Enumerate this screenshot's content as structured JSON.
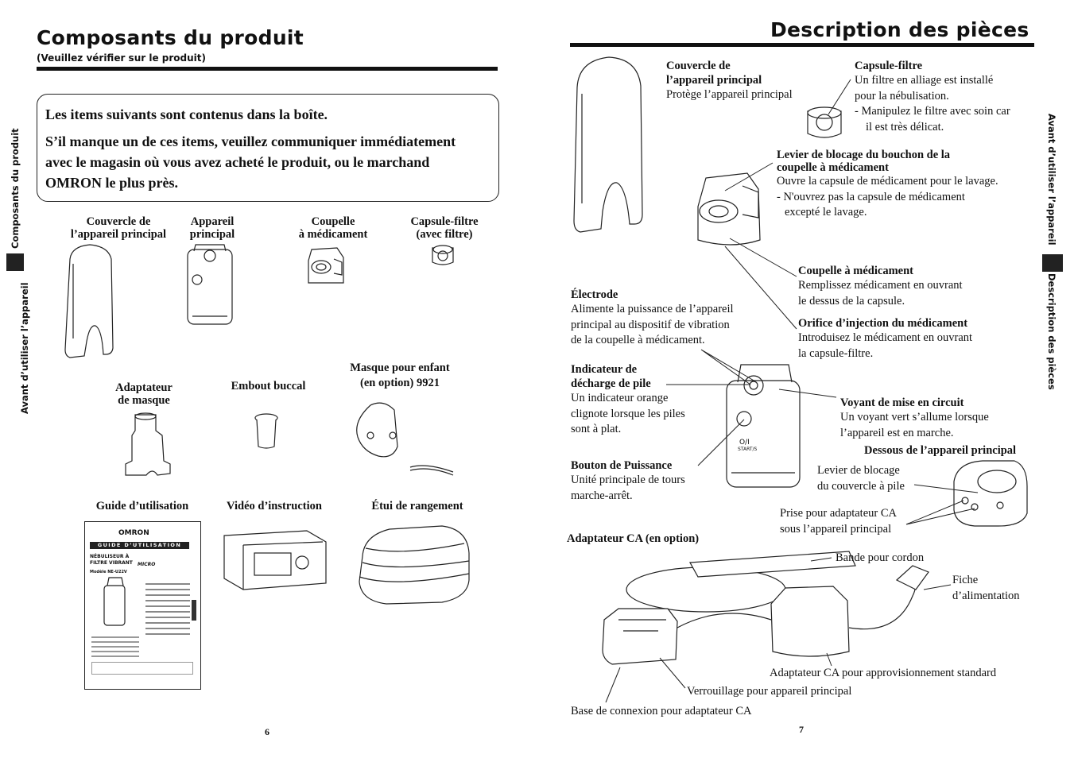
{
  "left": {
    "title": "Composants du produit",
    "subtitle": "(Veuillez vérifier  sur le produit)",
    "box_line1": "Les items suivants sont contenus dans la boîte.",
    "box_line2": "S’il manque un de ces items, veuillez communiquer immédiatement",
    "box_line3": "avec le magasin où vous avez acheté le produit, ou le marchand",
    "box_line4": "OMRON le plus près.",
    "items": [
      {
        "l1": "Couvercle de",
        "l2": "l’appareil principal"
      },
      {
        "l1": "Appareil",
        "l2": "principal"
      },
      {
        "l1": "Coupelle",
        "l2": "à médicament"
      },
      {
        "l1": "Capsule-filtre",
        "l2": "(avec filtre)"
      },
      {
        "l1": "Adaptateur",
        "l2": "de masque"
      },
      {
        "l1": "Embout buccal",
        "l2": ""
      },
      {
        "l1": "Masque pour enfant",
        "l2": "(en option) 9921"
      },
      {
        "l1": "Guide d’utilisation",
        "l2": ""
      },
      {
        "l1": "Vidéo d’instruction",
        "l2": ""
      },
      {
        "l1": "Étui de rangement",
        "l2": ""
      }
    ],
    "guide_brand": "OMRON",
    "guide_header": "GUIDE D’UTILISATION",
    "guide_l1": "NÉBULISEUR À",
    "guide_l2": "FILTRE VIBRANT",
    "guide_micro": "MICRO",
    "guide_model": "Modèle NE-U22V",
    "side_a": "Avant d’utiliser l’appareil",
    "side_b": "Composants du produit",
    "page_number": "6"
  },
  "right": {
    "title": "Description des pièces",
    "callouts": {
      "cover_t1": "Couvercle de",
      "cover_t2": "l’appareil principal",
      "cover_d1": "Protège l’appareil principal",
      "capsule_t": "Capsule-filtre",
      "capsule_d1": "Un filtre en alliage est installé",
      "capsule_d2": "pour la nébulisation.",
      "capsule_d3": "- Manipulez le filtre avec soin car",
      "capsule_d4": "il est très délicat.",
      "lever_t1": "Levier de blocage du bouchon de la",
      "lever_t2": "coupelle à médicament",
      "lever_d1": "Ouvre la capsule de médicament pour le lavage.",
      "lever_d2": "- N'ouvrez pas la capsule de médicament",
      "lever_d3": "excepté le lavage.",
      "cup_t": "Coupelle à médicament",
      "cup_d1": "Remplissez médicament en ouvrant",
      "cup_d2": "le dessus de la capsule.",
      "electrode_t": "Électrode",
      "electrode_d1": "Alimente la puissance de l’appareil",
      "electrode_d2": "principal au dispositif de vibration",
      "electrode_d3": "de la coupelle à médicament.",
      "orifice_t": "Orifice d’injection du médicament",
      "orifice_d1": "Introduisez le médicament en ouvrant",
      "orifice_d2": "la capsule-filtre.",
      "battery_t1": "Indicateur de",
      "battery_t2": "décharge de pile",
      "battery_d1": "Un indicateur orange",
      "battery_d2": "clignote lorsque les piles",
      "battery_d3": "sont à plat.",
      "power_led_t": "Voyant de mise en circuit",
      "power_led_d1": "Un voyant vert s’allume lorsque",
      "power_led_d2": "l’appareil est en marche.",
      "bottom_t": "Dessous de l’appareil principal",
      "power_btn_t": "Bouton de Puissance",
      "power_btn_d1": "Unité principale de tours",
      "power_btn_d2": "marche-arrêt.",
      "lock_d1": "Levier de blocage",
      "lock_d2": "du couvercle à pile",
      "jack_d1": "Prise pour adaptateur CA",
      "jack_d2": "sous l’appareil principal",
      "adapter_t": "Adaptateur CA (en option)",
      "band": "Bande pour cordon",
      "plug1": "Fiche",
      "plug2": "d’alimentation",
      "adapter_std": "Adaptateur CA pour approvisionnement standard",
      "lock_main": "Verrouillage pour appareil principal",
      "base": "Base de connexion pour adaptateur CA"
    },
    "device_text1": "O/I",
    "device_text2": "START/S",
    "side_a": "Avant d’utiliser l’appareil",
    "side_b": "Description des pièces",
    "page_number": "7"
  }
}
